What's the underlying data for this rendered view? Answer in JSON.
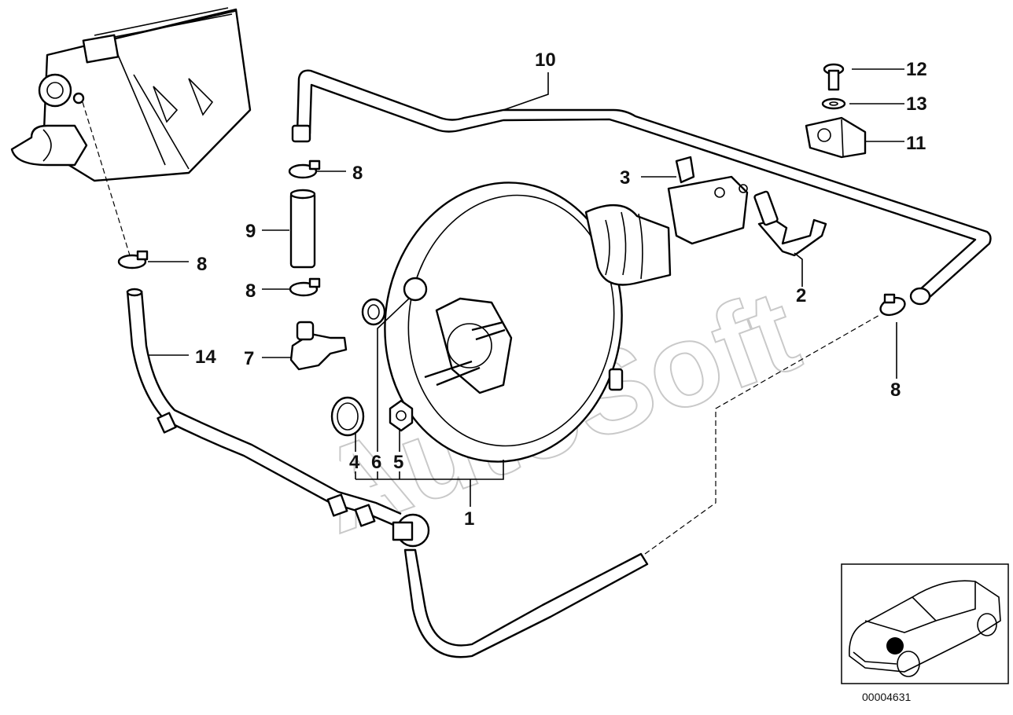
{
  "watermark": "AutoSoft",
  "diagram_id": "00004631",
  "callouts": {
    "p1": "1",
    "p2": "2",
    "p3": "3",
    "p4": "4",
    "p5": "5",
    "p6": "6",
    "p7": "7",
    "p8a": "8",
    "p8b": "8",
    "p8c": "8",
    "p8d": "8",
    "p9": "9",
    "p10": "10",
    "p11": "11",
    "p12": "12",
    "p13": "13",
    "p14": "14"
  }
}
